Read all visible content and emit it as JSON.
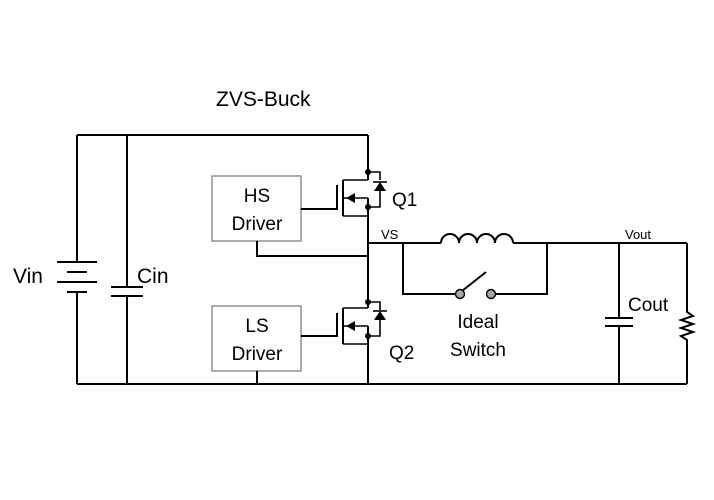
{
  "title": "ZVS-Buck",
  "components": {
    "vin": "Vin",
    "cin": "Cin",
    "hs_driver": [
      "HS",
      "Driver"
    ],
    "ls_driver": [
      "LS",
      "Driver"
    ],
    "q1": "Q1",
    "q2": "Q2",
    "vs": "VS",
    "vout": "Vout",
    "cout": "Cout",
    "ideal_switch": [
      "Ideal",
      "Switch"
    ]
  }
}
